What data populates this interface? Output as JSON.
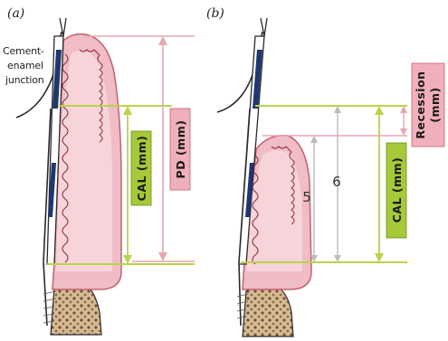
{
  "panels": {
    "a": {
      "label": "(a)",
      "cej_label_lines": [
        "Cement-",
        "enamel",
        "junction"
      ],
      "pd_label": "PD (mm)",
      "cal_label": "CAL (mm)"
    },
    "b": {
      "label": "(b)",
      "recession_label_lines": [
        "Recession",
        "(mm)"
      ],
      "cal_label": "CAL (mm)",
      "num_5": "5",
      "num_6": "6"
    }
  },
  "colors": {
    "gum_fill": "#f0bcc6",
    "gum_stroke": "#c4606f",
    "gum_deep": "#d4727e",
    "epithelium": "#8b2d3a",
    "probe_marks": "#1f3670",
    "pd_color": "#e8a6b2",
    "cal_box": "#a6c93a",
    "cal_color": "#b8d448",
    "recession_box": "#f0b0bb",
    "bone": "#c4a278",
    "outline": "#2a2a2a"
  }
}
